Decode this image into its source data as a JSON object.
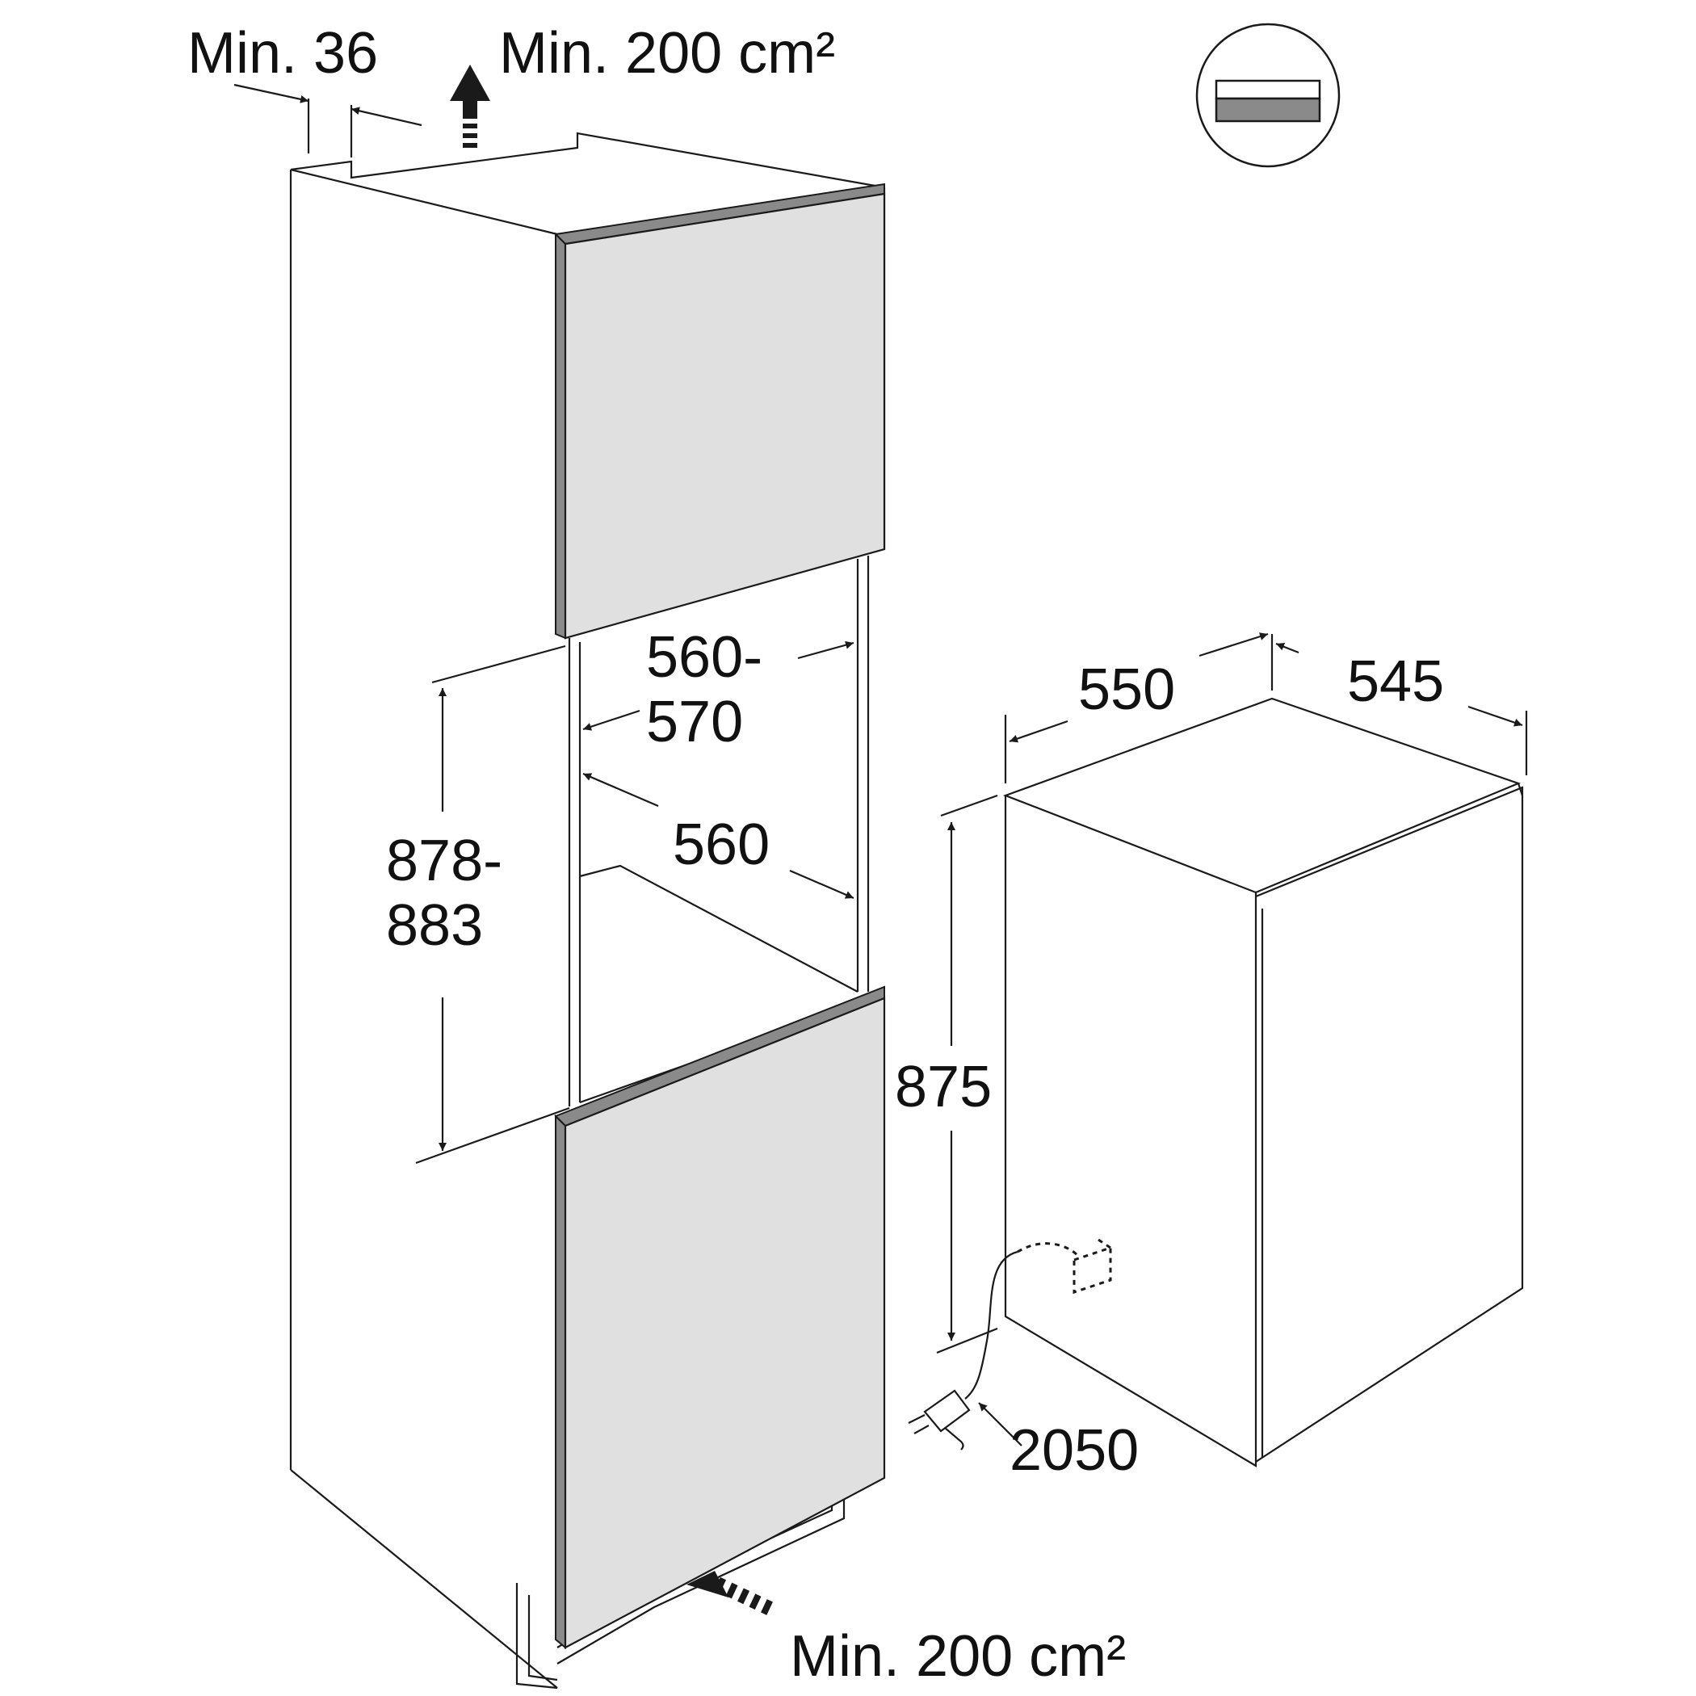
{
  "labels": {
    "top_left_gap": "Min. 36",
    "top_vent": "Min. 200 cm²",
    "niche_width_a": "560-",
    "niche_width_b": "570",
    "niche_depth": "560",
    "niche_height_a": "878-",
    "niche_height_b": "883",
    "appliance_width": "550",
    "appliance_depth": "545",
    "appliance_height": "875",
    "cable_length": "2050",
    "bottom_vent": "Min. 200 cm²"
  },
  "colors": {
    "line": "#1a1a1a",
    "panel": "#e0e0e0",
    "panel_edge": "#8a8a8a",
    "background": "#ffffff"
  },
  "icons": {
    "installation_type": "integrated-appliance-icon",
    "power_plug": "plug-icon",
    "socket": "socket-icon"
  }
}
